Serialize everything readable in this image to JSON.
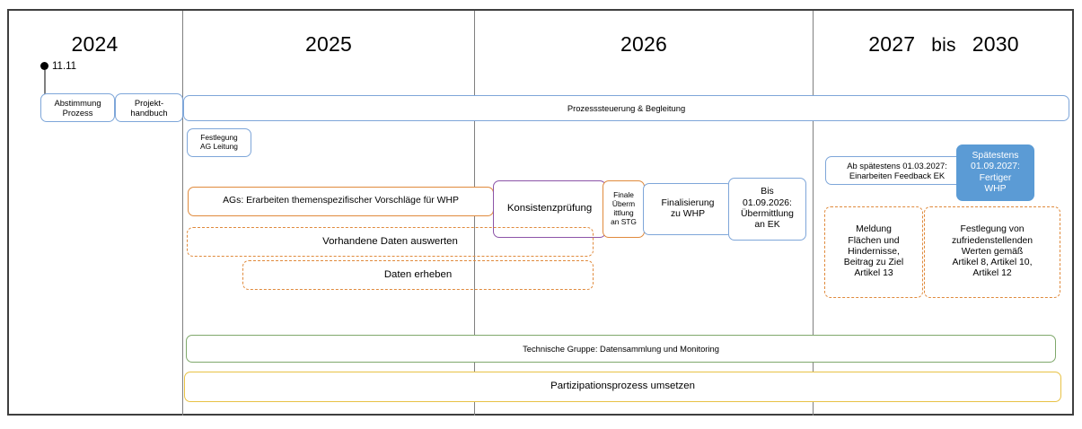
{
  "diagram": {
    "title_years": [
      {
        "id": "2024",
        "label": "2024"
      },
      {
        "id": "2025",
        "label": "2025"
      },
      {
        "id": "2026",
        "label": "2026"
      }
    ],
    "range_header": {
      "start": "2027",
      "connector": "bis",
      "end": "2030"
    },
    "milestone": {
      "label": "11.11"
    },
    "colors": {
      "blue_border": "#7EA6D9",
      "blue_fill": "#5B9BD5",
      "orange": "#E08A3C",
      "purple": "#8C54A8",
      "green": "#7FA86B",
      "yellow": "#E8C245",
      "frame": "#3F3F3F",
      "divider": "#808080"
    },
    "tasks": {
      "abstimmung_prozess": "Abstimmung\nProzess",
      "abstimmung_prozess_l1": "Abstimmung",
      "abstimmung_prozess_l2": "Prozess",
      "projekthandbuch_l1": "Projekt-",
      "projekthandbuch_l2": "handbuch",
      "prozesssteuerung": "Prozesssteuerung & Begleitung",
      "festlegung_l1": "Festlegung",
      "festlegung_l2": "AG Leitung",
      "ags_vorschlaege": "AGs: Erarbeiten themenspezifischer Vorschläge für WHP",
      "vorhandene_daten": "Vorhandene Daten auswerten",
      "daten_erheben": "Daten erheben",
      "konsistenzpruefung": "Konsistenzprüfung",
      "finale_uebermittlung_l1": "Finale",
      "finale_uebermittlung_l2": "Überm",
      "finale_uebermittlung_l3": "ittlung",
      "finale_uebermittlung_l4": "an STG",
      "finalisierung_l1": "Finalisierung",
      "finalisierung_l2": "zu WHP",
      "bis_2026_l1": "Bis",
      "bis_2026_l2": "01.09.2026:",
      "bis_2026_l3": "Übermittlung",
      "bis_2026_l4": "an EK",
      "feedback_ek_l1": "Ab spätestens 01.03.2027:",
      "feedback_ek_l2": "Einarbeiten Feedback EK",
      "fertiger_whp_l1": "Spätestens",
      "fertiger_whp_l2": "01.09.2027:",
      "fertiger_whp_l3": "Fertiger",
      "fertiger_whp_l4": "WHP",
      "meldung_l1": "Meldung",
      "meldung_l2": "Flächen und",
      "meldung_l3": "Hindernisse,",
      "meldung_l4": "Beitrag zu Ziel",
      "meldung_l5": "Artikel 13",
      "festlegung_werte_l1": "Festlegung von",
      "festlegung_werte_l2": "zufriedenstellenden",
      "festlegung_werte_l3": "Werten gemäß",
      "festlegung_werte_l4": "Artikel 8, Artikel 10,",
      "festlegung_werte_l5": "Artikel 12",
      "technische_gruppe": "Technische Gruppe: Datensammlung und Monitoring",
      "partizipationsprozess": "Partizipationsprozess umsetzen"
    }
  }
}
